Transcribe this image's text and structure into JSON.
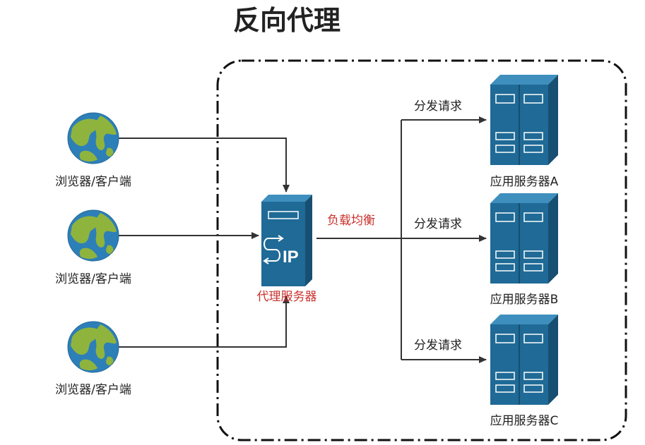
{
  "title": "反向代理",
  "clients": [
    {
      "label": "浏览器/客户端"
    },
    {
      "label": "浏览器/客户端"
    },
    {
      "label": "浏览器/客户端"
    }
  ],
  "proxy": {
    "label": "代理服务器",
    "icon_text": "IP"
  },
  "load_balance_label": "负载均衡",
  "servers": [
    {
      "label": "应用服务器A",
      "edge_label": "分发请求"
    },
    {
      "label": "应用服务器B",
      "edge_label": "分发请求"
    },
    {
      "label": "应用服务器C",
      "edge_label": "分发请求"
    }
  ],
  "colors": {
    "server_blue": "#1f6a96",
    "server_dark": "#174f72",
    "server_light": "#3f8fbe",
    "ocean": "#2d7fb8",
    "land": "#8fb43d",
    "red_label": "#c9302c",
    "line": "#333333"
  }
}
